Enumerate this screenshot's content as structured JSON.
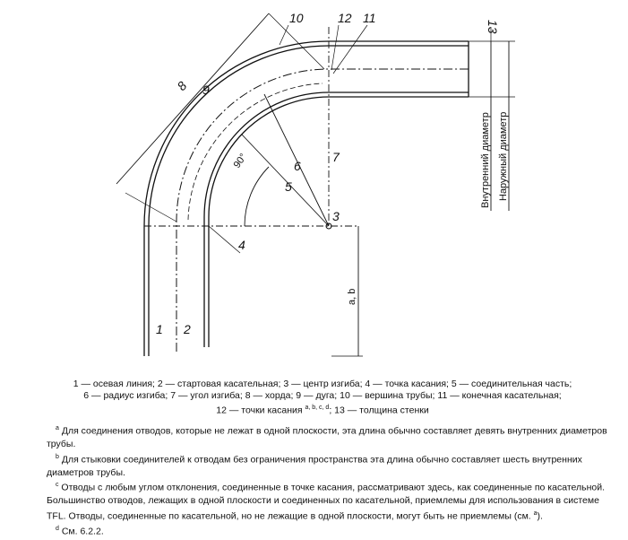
{
  "labels": {
    "n1": "1",
    "n2": "2",
    "n3": "3",
    "n4": "4",
    "n5": "5",
    "n6": "6",
    "n7": "7",
    "n8": "8",
    "n9": "9",
    "n10": "10",
    "n11": "11",
    "n12": "12",
    "n13": "13",
    "angle": "90°",
    "inner_diameter": "Внутренний диаметр",
    "outer_diameter": "Наружный диаметр",
    "ab": "a, b"
  },
  "legend": {
    "line1": "1 — осевая линия; 2 — стартовая касательная; 3 — центр изгиба; 4 — точка касания; 5 — соединительная часть;",
    "line2": "6 — радиус изгиба; 7 — угол изгиба; 8 — хорда; 9 — дуга; 10 — вершина трубы; 11 — конечная касательная;",
    "line3a": "12 — точки касания",
    "line3sup": "a, b, c, d",
    "line3b": "; 13 — толщина стенки"
  },
  "footnotes": [
    {
      "mark": "a",
      "text": "Для соединения отводов, которые не лежат в одной плоскости, эта длина обычно составляет девять внутренних диаметров трубы."
    },
    {
      "mark": "b",
      "text": "Для стыковки соединителей к отводам без ограничения пространства эта длина обычно составляет шесть внутренних диаметров трубы."
    },
    {
      "mark": "c",
      "text": "Отводы с любым углом отклонения, соединенные в точке касания, рассматривают здесь, как соединенные по касательной. Большинство отводов, лежащих в одной плоскости и соединенных по касательной, приемлемы для использования в системе TFL. Отводы, соединенные по касательной, но не лежащие в одной плоскости, могут быть не приемлемы (см. ",
      "ref": "a",
      "tail": ")."
    },
    {
      "mark": "d",
      "text": "См. 6.2.2."
    }
  ]
}
